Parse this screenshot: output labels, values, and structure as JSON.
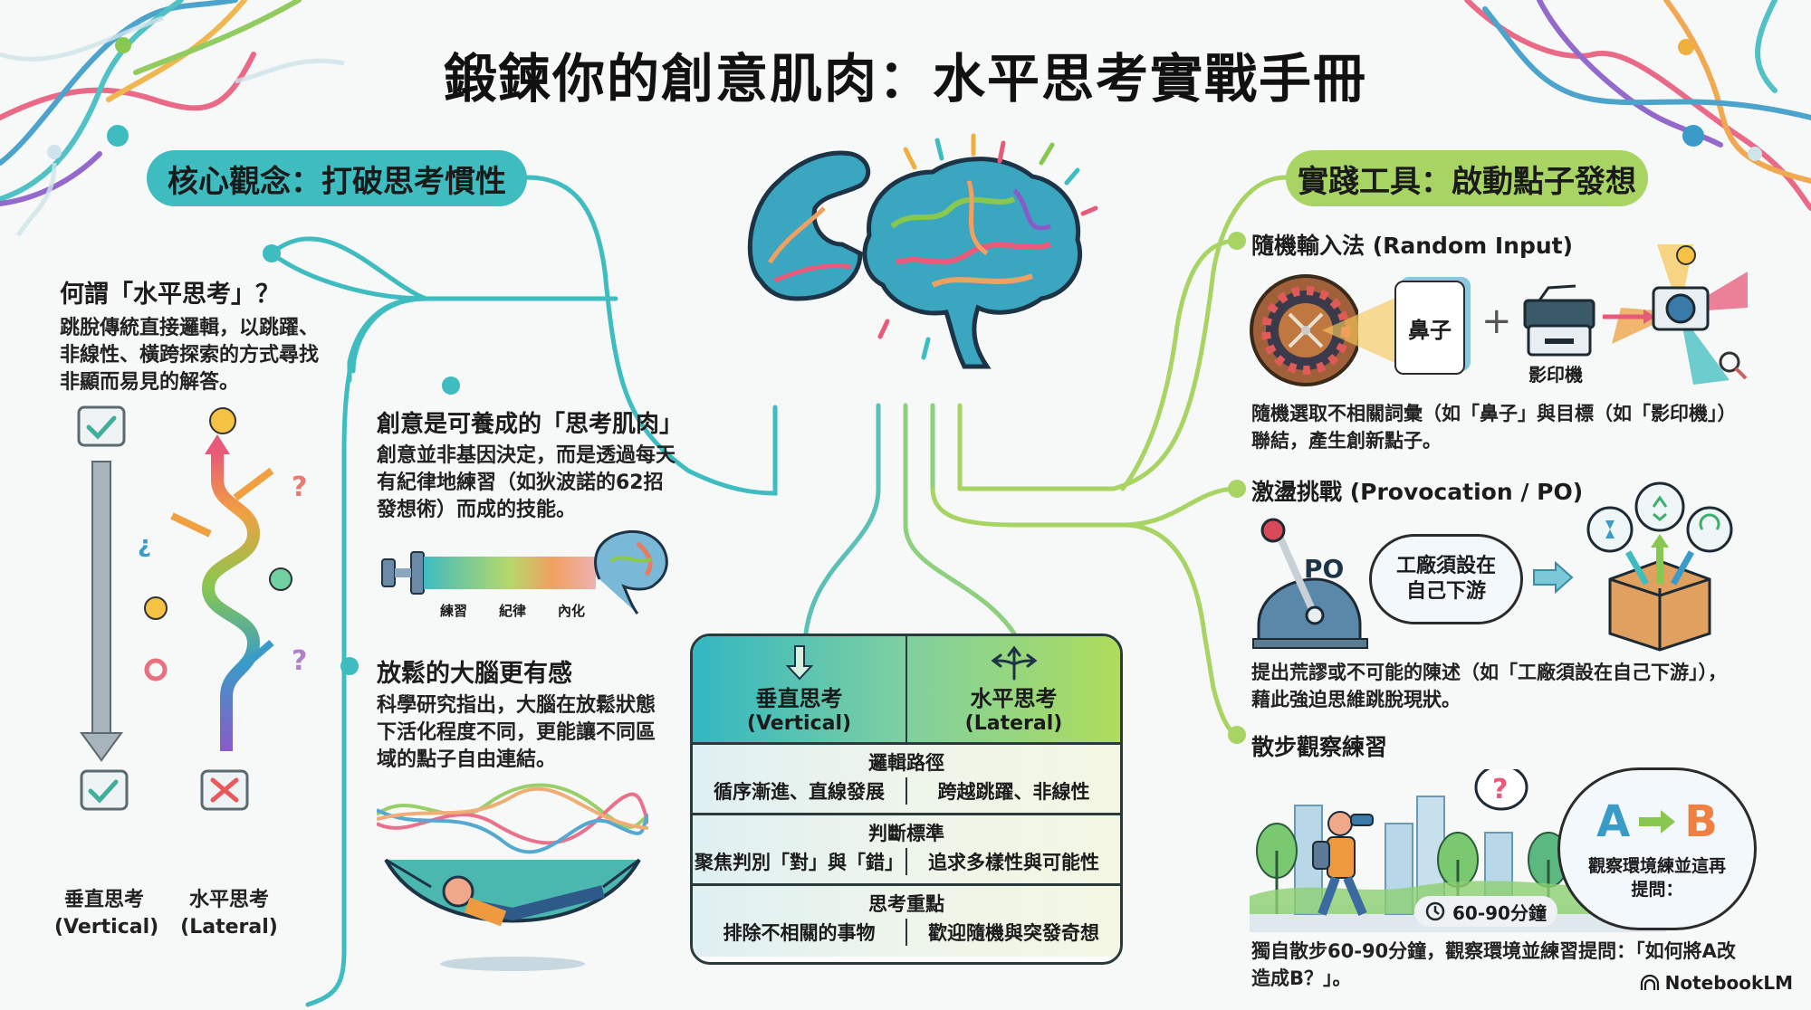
{
  "title": "鍛鍊你的創意肌肉：水平思考實戰手冊",
  "colors": {
    "teal": "#3fbcc0",
    "lime": "#a8d464",
    "dark": "#1b1b1b"
  },
  "left_section": {
    "pill_label": "核心觀念：打破思考慣性",
    "what_is": {
      "heading": "何謂「水平思考」？",
      "body_lines": [
        "跳脫傳統直接邏輯，以跳躍、",
        "非線性、橫跨探索的方式尋找",
        "非顯而易見的解答。"
      ]
    },
    "comparison_illustration": {
      "vertical_label": "垂直思考",
      "vertical_label_en": "(Vertical)",
      "lateral_label": "水平思考",
      "lateral_label_en": "(Lateral)",
      "vertical_result_icon": "check-icon",
      "lateral_result_icon": "cross-icon"
    },
    "muscle": {
      "heading": "創意是可養成的「思考肌肉」",
      "body_lines": [
        "創意並非基因決定，而是透過每天",
        "有紀律地練習（如狄波諾的62招",
        "發想術）而成的技能。"
      ],
      "stages": [
        "練習",
        "紀律",
        "內化"
      ]
    },
    "relax": {
      "heading": "放鬆的大腦更有感",
      "body_lines": [
        "科學研究指出，大腦在放鬆狀態",
        "下活化程度不同，更能讓不同區",
        "域的點子自由連結。"
      ]
    }
  },
  "comparison_table": {
    "columns": [
      {
        "zh": "垂直思考",
        "en": "(Vertical)",
        "icon": "arrow-down-icon"
      },
      {
        "zh": "水平思考",
        "en": "(Lateral)",
        "icon": "branching-arrows-icon"
      }
    ],
    "rows": [
      {
        "category": "邏輯路徑",
        "vertical": "循序漸進、直線發展",
        "lateral": "跨越跳躍、非線性"
      },
      {
        "category": "判斷標準",
        "vertical": "聚焦判別「對」與「錯」",
        "lateral": "追求多樣性與可能性"
      },
      {
        "category": "思考重點",
        "vertical": "排除不相關的事物",
        "lateral": "歡迎隨機與突發奇想"
      }
    ]
  },
  "right_section": {
    "pill_label": "實踐工具：啟動點子發想",
    "random_input": {
      "heading": "隨機輸入法 (Random Input)",
      "card_word": "鼻子",
      "plus": "+",
      "target_label": "影印機",
      "body_lines": [
        "隨機選取不相關詞彙（如「鼻子」與目標（如「影印機」）",
        "聯結，產生創新點子。"
      ]
    },
    "provocation": {
      "heading": "激盪挑戰 (Provocation / PO)",
      "lever_label": "PO",
      "cloud_lines": [
        "工廠須設在",
        "自己下游"
      ],
      "body_lines": [
        "提出荒謬或不可能的陳述（如「工廠須設在自己下游」），",
        "藉此強迫思維跳脫現狀。"
      ]
    },
    "walk": {
      "heading": "散步觀察練習",
      "duration_badge": "60-90分鐘",
      "cloud_a": "A",
      "cloud_b": "B",
      "cloud_lines": [
        "觀察環境練並這再",
        "提問："
      ],
      "body_lines": [
        "獨自散步60-90分鐘，觀察環境並練習提問：「如何將A改",
        "造成B？」。"
      ]
    }
  },
  "watermark": "NotebookLM"
}
